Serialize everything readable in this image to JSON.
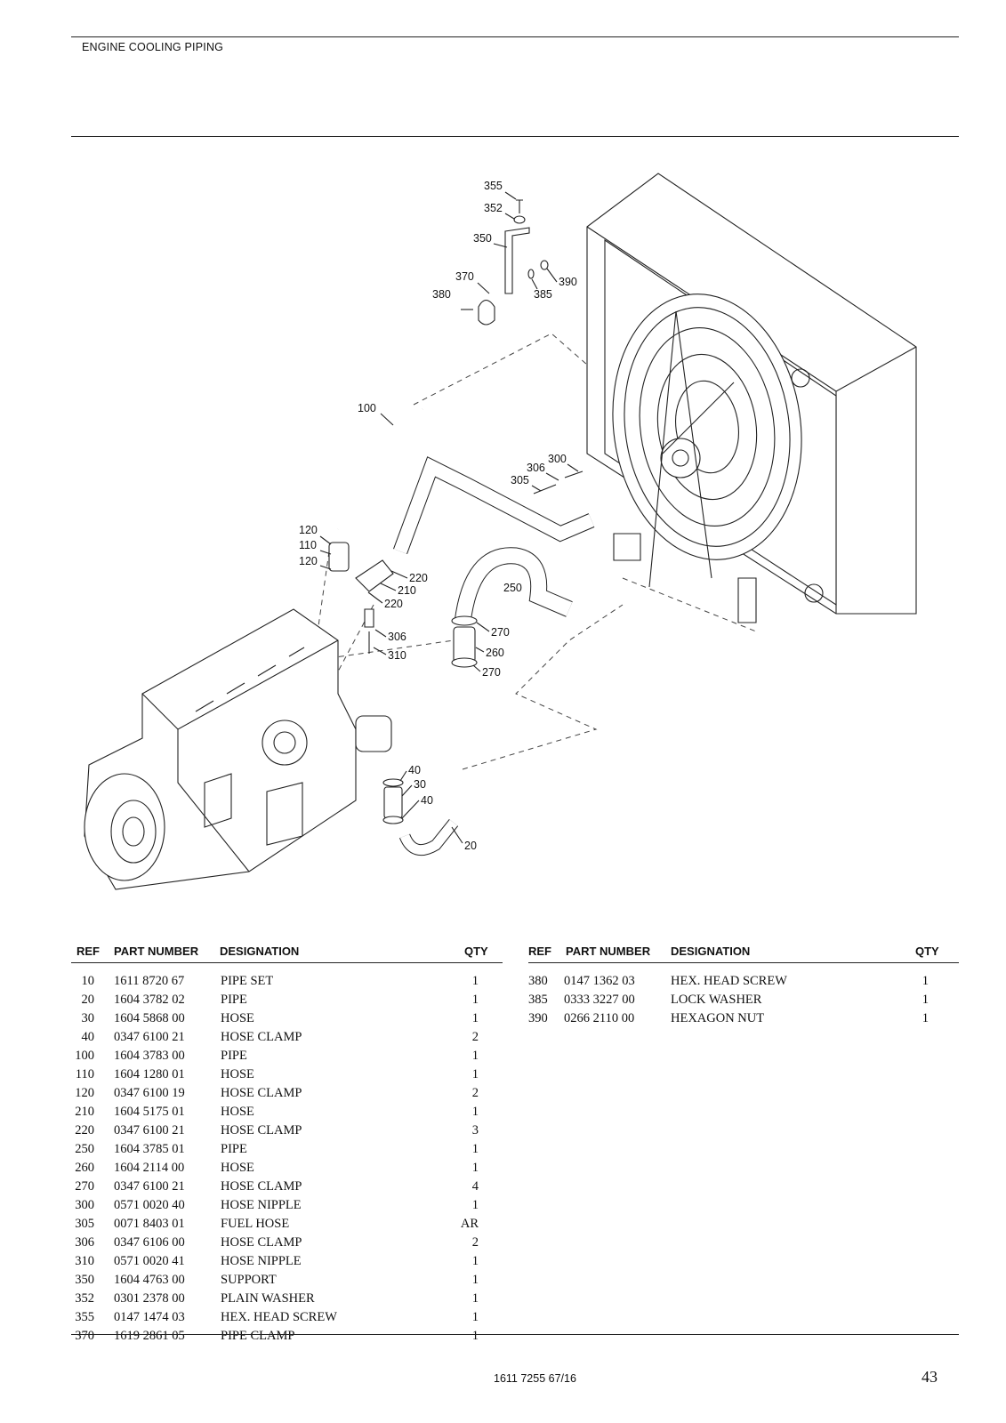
{
  "header": {
    "section_title": "ENGINE COOLING PIPING"
  },
  "diagram": {
    "callouts": [
      "355",
      "352",
      "350",
      "370",
      "380",
      "390",
      "385",
      "100",
      "300",
      "306",
      "305",
      "120",
      "110",
      "120",
      "220",
      "210",
      "220",
      "250",
      "306",
      "310",
      "270",
      "260",
      "270",
      "40",
      "30",
      "40",
      "20"
    ]
  },
  "table": {
    "headers": {
      "ref": "REF",
      "part_number": "PART NUMBER",
      "designation": "DESIGNATION",
      "qty": "QTY"
    },
    "left_rows": [
      {
        "ref": "10",
        "part_number": "1611 8720 67",
        "designation": "PIPE SET",
        "qty": "1"
      },
      {
        "ref": "20",
        "part_number": "1604 3782 02",
        "designation": "PIPE",
        "qty": "1"
      },
      {
        "ref": "30",
        "part_number": "1604 5868 00",
        "designation": "HOSE",
        "qty": "1"
      },
      {
        "ref": "40",
        "part_number": "0347 6100 21",
        "designation": "HOSE CLAMP",
        "qty": "2"
      },
      {
        "ref": "100",
        "part_number": "1604 3783 00",
        "designation": "PIPE",
        "qty": "1"
      },
      {
        "ref": "110",
        "part_number": "1604 1280 01",
        "designation": "HOSE",
        "qty": "1"
      },
      {
        "ref": "120",
        "part_number": "0347 6100 19",
        "designation": "HOSE CLAMP",
        "qty": "2"
      },
      {
        "ref": "210",
        "part_number": "1604 5175 01",
        "designation": "HOSE",
        "qty": "1"
      },
      {
        "ref": "220",
        "part_number": "0347 6100 21",
        "designation": "HOSE CLAMP",
        "qty": "3"
      },
      {
        "ref": "250",
        "part_number": "1604 3785 01",
        "designation": "PIPE",
        "qty": "1"
      },
      {
        "ref": "260",
        "part_number": "1604 2114 00",
        "designation": "HOSE",
        "qty": "1"
      },
      {
        "ref": "270",
        "part_number": "0347 6100 21",
        "designation": "HOSE CLAMP",
        "qty": "4"
      },
      {
        "ref": "300",
        "part_number": "0571 0020 40",
        "designation": "HOSE NIPPLE",
        "qty": "1"
      },
      {
        "ref": "305",
        "part_number": "0071 8403 01",
        "designation": "FUEL HOSE",
        "qty": "AR"
      },
      {
        "ref": "306",
        "part_number": "0347 6106 00",
        "designation": "HOSE CLAMP",
        "qty": "2"
      },
      {
        "ref": "310",
        "part_number": "0571 0020 41",
        "designation": "HOSE NIPPLE",
        "qty": "1"
      },
      {
        "ref": "350",
        "part_number": "1604 4763 00",
        "designation": "SUPPORT",
        "qty": "1"
      },
      {
        "ref": "352",
        "part_number": "0301 2378 00",
        "designation": "PLAIN WASHER",
        "qty": "1"
      },
      {
        "ref": "355",
        "part_number": "0147 1474 03",
        "designation": "HEX. HEAD SCREW",
        "qty": "1"
      },
      {
        "ref": "370",
        "part_number": "1619 2861 05",
        "designation": "PIPE CLAMP",
        "qty": "1"
      }
    ],
    "right_rows": [
      {
        "ref": "380",
        "part_number": "0147 1362 03",
        "designation": "HEX. HEAD SCREW",
        "qty": "1"
      },
      {
        "ref": "385",
        "part_number": "0333 3227 00",
        "designation": "LOCK WASHER",
        "qty": "1"
      },
      {
        "ref": "390",
        "part_number": "0266 2110 00",
        "designation": "HEXAGON NUT",
        "qty": "1"
      }
    ]
  },
  "footer": {
    "doc_number": "1611 7255 67/16",
    "page_number": "43"
  }
}
